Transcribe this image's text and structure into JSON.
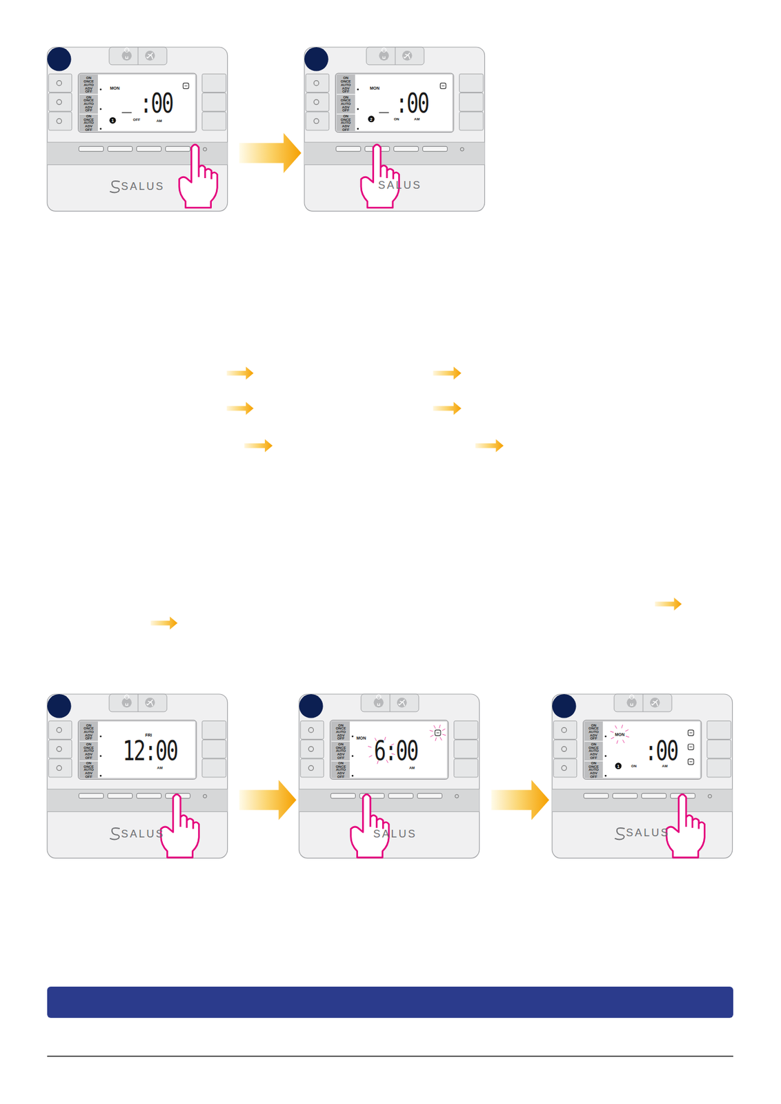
{
  "diagram": {
    "nodes": [
      {
        "text": [
          "ON ONCE AUTO ADV OFF",
          "ON ONCE AUTO ADV OFF",
          "ON ONCE AUTO ADV OFF",
          "MON",
          ":00",
          "1",
          "OFF",
          "AM",
          "SALUS"
        ]
      },
      {
        "text": [
          "ON ONCE AUTO ADV OFF",
          "ON ONCE AUTO ADV OFF",
          "ON ONCE AUTO ADV OFF",
          "MON",
          ":00",
          "2",
          "ON",
          "AM",
          "SALUS"
        ]
      },
      {
        "text": [
          "ON ONCE AUTO ADV OFF",
          "ON ONCE AUTO ADV OFF",
          "ON ONCE AUTO ADV OFF",
          "FRI",
          "12:00",
          "AM",
          "SALUS"
        ]
      },
      {
        "text": [
          "ON ONCE AUTO ADV OFF",
          "ON ONCE AUTO ADV OFF",
          "ON ONCE AUTO ADV OFF",
          "MON",
          "6:00",
          "AM",
          "SALUS"
        ]
      },
      {
        "text": [
          "ON ONCE AUTO ADV OFF",
          "ON ONCE AUTO ADV OFF",
          "ON ONCE AUTO ADV OFF",
          "MON",
          ":00",
          "1",
          "ON",
          "AM",
          "SALUS"
        ]
      }
    ],
    "edges": [
      {
        "from": 0,
        "to": 1,
        "arrow": "to"
      },
      {
        "from": 2,
        "to": 3,
        "arrow": "to"
      },
      {
        "from": 3,
        "to": 4,
        "arrow": "to"
      }
    ]
  }
}
